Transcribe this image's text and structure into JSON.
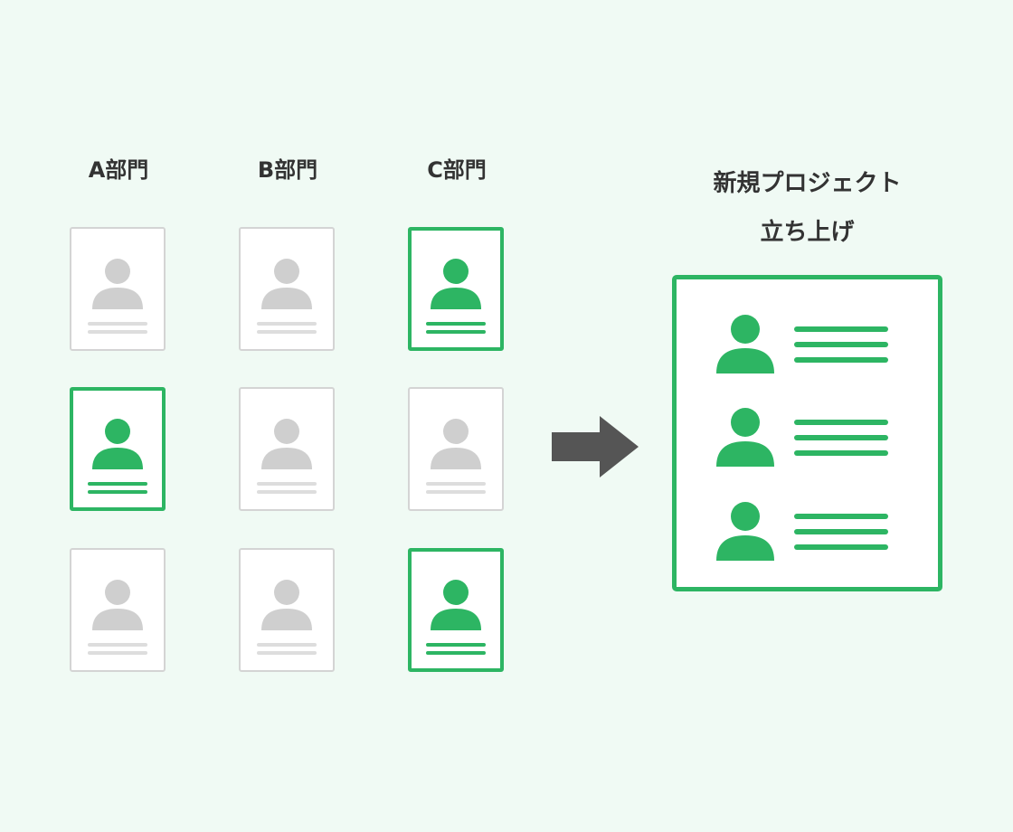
{
  "departments": [
    {
      "label": "A部門"
    },
    {
      "label": "B部門"
    },
    {
      "label": "C部門"
    }
  ],
  "project": {
    "title_line1": "新規プロジェクト",
    "title_line2": "立ち上げ"
  },
  "colors": {
    "accent": "#2db563",
    "inactive": "#cfcfcf",
    "arrow": "#555555",
    "background": "#f0faf4"
  },
  "icons": {
    "person": "person-icon",
    "arrow": "arrow-right-icon"
  }
}
